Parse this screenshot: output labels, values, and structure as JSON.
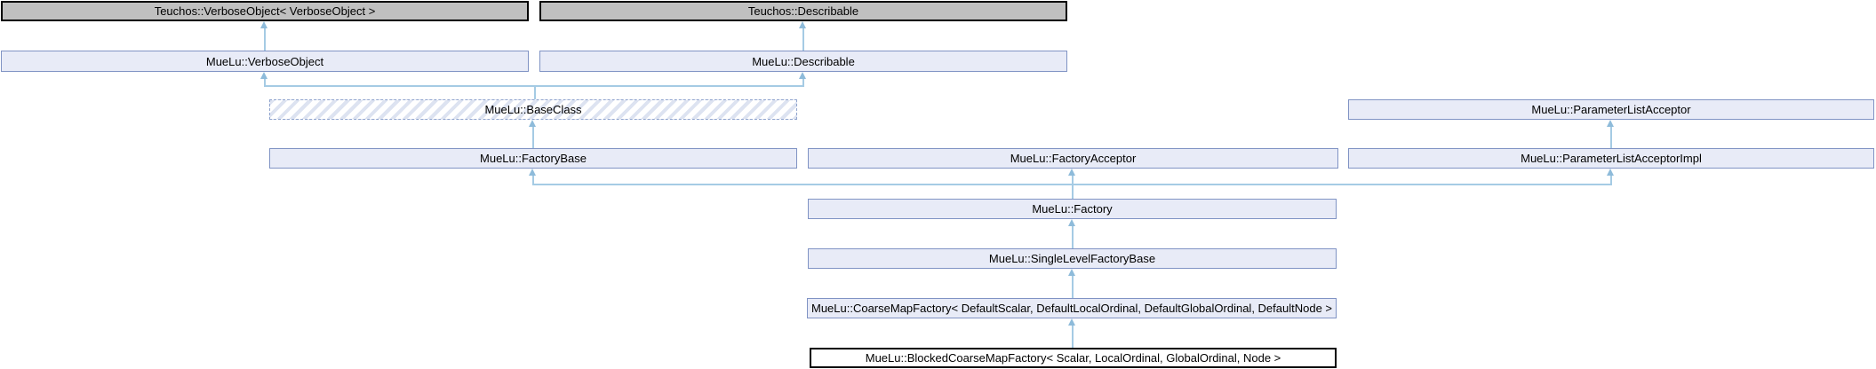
{
  "diagram": {
    "kind": "class-inheritance-graph",
    "nodes": {
      "teuchos_verbose_object": {
        "label": "Teuchos::VerboseObject< VerboseObject >",
        "style": "external"
      },
      "teuchos_describable": {
        "label": "Teuchos::Describable",
        "style": "external"
      },
      "muelu_verbose_object": {
        "label": "MueLu::VerboseObject",
        "style": "standard"
      },
      "muelu_describable": {
        "label": "MueLu::Describable",
        "style": "standard"
      },
      "muelu_base_class": {
        "label": "MueLu::BaseClass",
        "style": "dashed-hatched"
      },
      "muelu_parameter_list_acceptor": {
        "label": "MueLu::ParameterListAcceptor",
        "style": "standard"
      },
      "muelu_factory_base": {
        "label": "MueLu::FactoryBase",
        "style": "standard"
      },
      "muelu_factory_acceptor": {
        "label": "MueLu::FactoryAcceptor",
        "style": "standard"
      },
      "muelu_parameter_list_acceptor_impl": {
        "label": "MueLu::ParameterListAcceptorImpl",
        "style": "standard"
      },
      "muelu_factory": {
        "label": "MueLu::Factory",
        "style": "standard"
      },
      "muelu_single_level_factory_base": {
        "label": "MueLu::SingleLevelFactoryBase",
        "style": "standard"
      },
      "muelu_coarse_map_factory": {
        "label": "MueLu::CoarseMapFactory< DefaultScalar, DefaultLocalOrdinal, DefaultGlobalOrdinal, DefaultNode >",
        "style": "standard"
      },
      "muelu_blocked_coarse_map_factory": {
        "label": "MueLu::BlockedCoarseMapFactory< Scalar, LocalOrdinal, GlobalOrdinal, Node >",
        "style": "main"
      }
    },
    "inheritance_edges": [
      {
        "derived": "MueLu::VerboseObject",
        "base": "Teuchos::VerboseObject< VerboseObject >"
      },
      {
        "derived": "MueLu::Describable",
        "base": "Teuchos::Describable"
      },
      {
        "derived": "MueLu::BaseClass",
        "base": "MueLu::VerboseObject"
      },
      {
        "derived": "MueLu::BaseClass",
        "base": "MueLu::Describable"
      },
      {
        "derived": "MueLu::FactoryBase",
        "base": "MueLu::BaseClass"
      },
      {
        "derived": "MueLu::ParameterListAcceptorImpl",
        "base": "MueLu::ParameterListAcceptor"
      },
      {
        "derived": "MueLu::Factory",
        "base": "MueLu::FactoryBase"
      },
      {
        "derived": "MueLu::Factory",
        "base": "MueLu::FactoryAcceptor"
      },
      {
        "derived": "MueLu::Factory",
        "base": "MueLu::ParameterListAcceptorImpl"
      },
      {
        "derived": "MueLu::SingleLevelFactoryBase",
        "base": "MueLu::Factory"
      },
      {
        "derived": "MueLu::CoarseMapFactory< DefaultScalar, DefaultLocalOrdinal, DefaultGlobalOrdinal, DefaultNode >",
        "base": "MueLu::SingleLevelFactoryBase"
      },
      {
        "derived": "MueLu::BlockedCoarseMapFactory< Scalar, LocalOrdinal, GlobalOrdinal, Node >",
        "base": "MueLu::CoarseMapFactory< DefaultScalar, DefaultLocalOrdinal, DefaultGlobalOrdinal, DefaultNode >"
      }
    ],
    "colors": {
      "background": "#ffffff",
      "external_node_fill": "#c0c0c0",
      "external_node_border": "#000000",
      "node_fill": "#e8ebf7",
      "node_border": "#8093c4",
      "dashed_node_border": "#8fa3cd",
      "hatch_stripe": "#dde3f1",
      "main_node_fill": "#ffffff",
      "main_node_border": "#000000",
      "edge_line": "#a5cbe4",
      "edge_arrow": "#8ebbda",
      "text": "#000000"
    }
  }
}
